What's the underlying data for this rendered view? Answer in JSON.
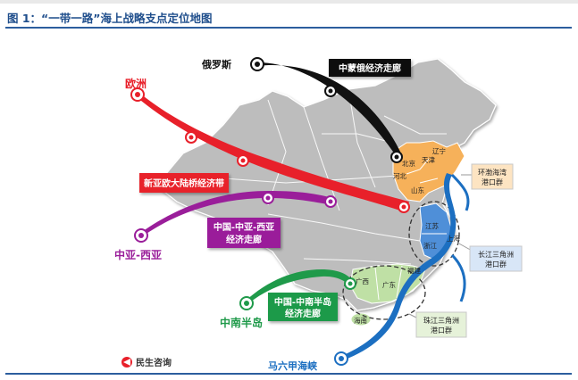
{
  "header": {
    "title": "图 1：“一带一路”海上战略支点定位地图"
  },
  "map": {
    "corridors": {
      "china_mongolia_russia": {
        "label": "中蒙俄经济走廊",
        "end_label": "俄罗斯"
      },
      "new_eurasia": {
        "label": "新亚欧大陆桥经济带",
        "end_label": "欧洲"
      },
      "china_central_west_asia": {
        "label_line1": "中国-中亚-西亚",
        "label_line2": "经济走廊",
        "end_label": "中亚-西亚"
      },
      "china_indochina": {
        "label_line1": "中国-中南半岛",
        "label_line2": "经济走廊",
        "end_label": "中南半岛"
      },
      "maritime": {
        "end_label": "马六甲海峡"
      }
    },
    "provinces": {
      "beijing": "北京",
      "tianjin": "天津",
      "liaoning": "辽宁",
      "hebei": "河北",
      "shandong": "山东",
      "jiangsu": "江苏",
      "shanghai": "上海",
      "zhejiang": "浙江",
      "fujian": "福建",
      "guangdong": "广东",
      "guangxi": "广西",
      "hainan": "海南"
    },
    "port_clusters": {
      "bohai": {
        "line1": "环渤海湾",
        "line2": "港口群"
      },
      "yangtze": {
        "line1": "长江三角洲",
        "line2": "港口群"
      },
      "pearl": {
        "line1": "珠江三角洲",
        "line2": "港口群"
      }
    },
    "colors": {
      "russia": "#111111",
      "eurasia": "#e8202a",
      "central_asia": "#9a1e9a",
      "indochina": "#1f9a4a",
      "maritime": "#1c6fc1",
      "land": "#bdbdbd",
      "bohai_region": "#f6b15a",
      "yangtze_region": "#4f8fd8",
      "pearl_region": "#bfe0a5"
    }
  },
  "footer": {
    "logo_text": "民生咨询"
  }
}
